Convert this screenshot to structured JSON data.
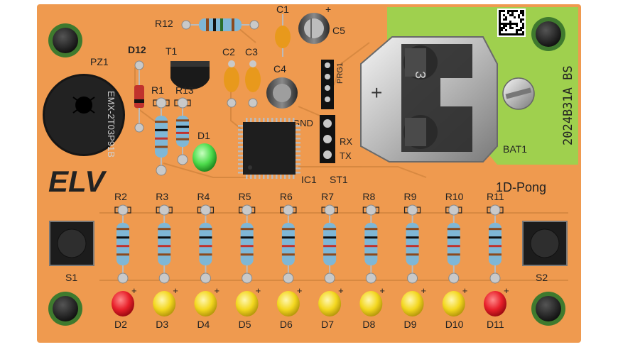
{
  "colors": {
    "board_orange": "#ef9a4f",
    "board_green": "#9fd04e",
    "silk": "#222222",
    "led_red": "#e8202a",
    "led_yellow": "#f3d71f",
    "led_green": "#4ddc4c",
    "resistor_body": "#7fb7d6",
    "pad_silver": "#c9c9c9"
  },
  "labels": {
    "brand": "ELV",
    "product": "1D-Pong",
    "version": "2024B31A BS",
    "buzzer_text_1": "EMX-2T03P91B",
    "pz1": "PZ1",
    "d12": "D12",
    "t1": "T1",
    "r12": "R12",
    "r1": "R1",
    "r13": "R13",
    "c1": "C1",
    "c2": "C2",
    "c3": "C3",
    "c4": "C4",
    "c5": "C5",
    "d1": "D1",
    "prg1": "PRG1",
    "gnd": "GND",
    "rx": "RX",
    "tx": "TX",
    "ic1": "IC1",
    "st1": "ST1",
    "bat1": "BAT1",
    "s1": "S1",
    "s2": "S2",
    "battery_minus": "3",
    "plus": "+"
  },
  "resistors": [
    "R2",
    "R3",
    "R4",
    "R5",
    "R6",
    "R7",
    "R8",
    "R9",
    "R10",
    "R11"
  ],
  "leds": [
    {
      "label": "D2",
      "color": "red"
    },
    {
      "label": "D3",
      "color": "yellow"
    },
    {
      "label": "D4",
      "color": "yellow"
    },
    {
      "label": "D5",
      "color": "yellow"
    },
    {
      "label": "D6",
      "color": "yellow"
    },
    {
      "label": "D7",
      "color": "yellow"
    },
    {
      "label": "D8",
      "color": "yellow"
    },
    {
      "label": "D9",
      "color": "yellow"
    },
    {
      "label": "D10",
      "color": "yellow"
    },
    {
      "label": "D11",
      "color": "red"
    }
  ]
}
